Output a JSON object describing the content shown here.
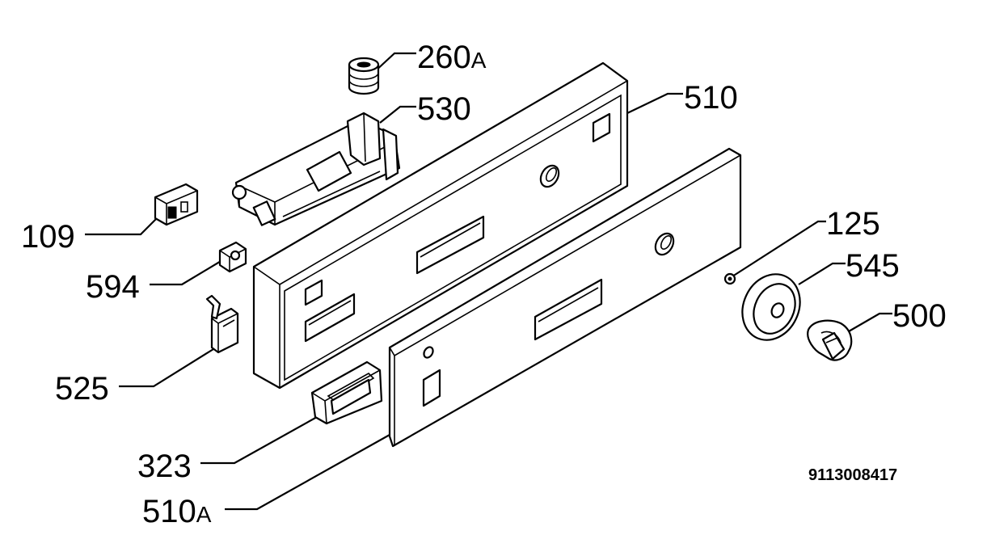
{
  "diagram": {
    "document_number": "9113008417",
    "labels": [
      {
        "id": "260",
        "main": "260",
        "suffix": "A"
      },
      {
        "id": "530",
        "main": "530",
        "suffix": ""
      },
      {
        "id": "510",
        "main": "510",
        "suffix": ""
      },
      {
        "id": "109",
        "main": "109",
        "suffix": ""
      },
      {
        "id": "594",
        "main": "594",
        "suffix": ""
      },
      {
        "id": "125",
        "main": "125",
        "suffix": ""
      },
      {
        "id": "545",
        "main": "545",
        "suffix": ""
      },
      {
        "id": "500",
        "main": "500",
        "suffix": ""
      },
      {
        "id": "525",
        "main": "525",
        "suffix": ""
      },
      {
        "id": "323",
        "main": "323",
        "suffix": ""
      },
      {
        "id": "510a",
        "main": "510",
        "suffix": "A"
      }
    ]
  }
}
